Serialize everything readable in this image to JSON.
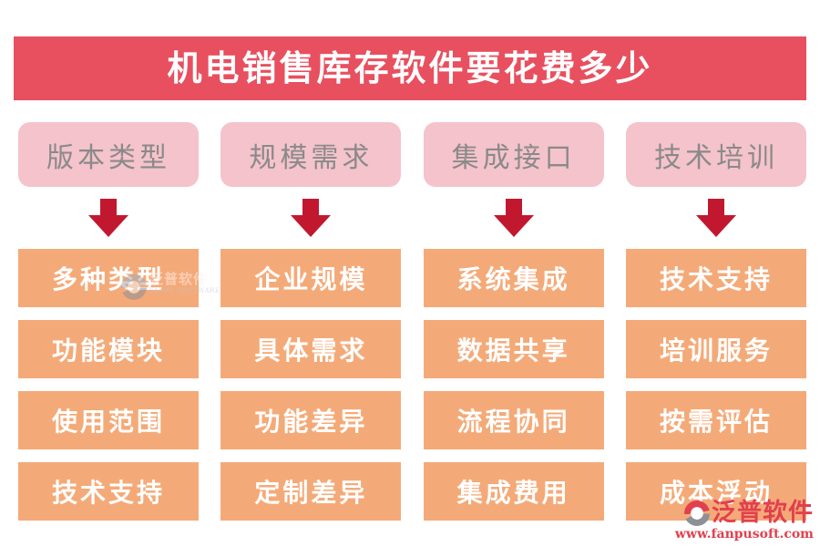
{
  "title": "机电销售库存软件要花费多少",
  "columns": [
    {
      "header": "版本类型",
      "items": [
        "多种类型",
        "功能模块",
        "使用范围",
        "技术支持"
      ]
    },
    {
      "header": "规模需求",
      "items": [
        "企业规模",
        "具体需求",
        "功能差异",
        "定制差异"
      ]
    },
    {
      "header": "集成接口",
      "items": [
        "系统集成",
        "数据共享",
        "流程协同",
        "集成费用"
      ]
    },
    {
      "header": "技术培训",
      "items": [
        "技术支持",
        "培训服务",
        "按需评估",
        "成本浮动"
      ]
    }
  ],
  "watermark_center": {
    "brand": "泛普软件",
    "brand_en": "FANPU SOFTWARE"
  },
  "watermark_corner": {
    "brand": "泛普软件",
    "url": "www.fanpusoft.com"
  },
  "colors": {
    "banner_bg": "#e8505f",
    "header_bg": "#f5c3cb",
    "header_text": "#8a8a8a",
    "arrow": "#c2182f",
    "cell_bg": "#f4aa78",
    "cell_text": "#ffffff",
    "watermark_red": "#e2404e"
  }
}
